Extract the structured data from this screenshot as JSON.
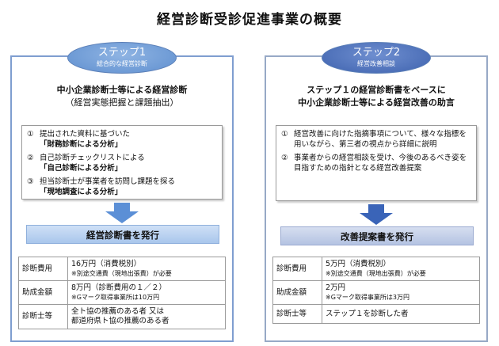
{
  "page": {
    "title": "経営診断受診促進事業の概要"
  },
  "step1": {
    "name": "ステップ1",
    "subtitle": "総合的な経営診断",
    "intro_line1": "中小企業診断士等による経営診断",
    "intro_line2": "（経営実態把握と課題抽出）",
    "items": [
      {
        "num": "①",
        "text": "提出された資料に基づいた",
        "bold": "「財務診断による分析」"
      },
      {
        "num": "②",
        "text": "自己診断チェックリストによる",
        "bold": "「自己診断による分析」"
      },
      {
        "num": "③",
        "text": "担当診断士が事業者を訪問し課題を探る",
        "bold": "「現地調査による分析」"
      }
    ],
    "result": "経営診断書を発行",
    "table": [
      {
        "label": "診断費用",
        "value": "16万円（消費税別）",
        "note": "※別途交通費（現地出張費）が必要"
      },
      {
        "label": "助成金額",
        "value": "8万円（診断費用の１／２）",
        "note": "※Gマーク取得事業所は10万円"
      },
      {
        "label": "診断士等",
        "value": "全ト協の推薦のある者 又は",
        "note": "都道府県ト協の推薦のある者"
      }
    ]
  },
  "step2": {
    "name": "ステップ2",
    "subtitle": "経営改善相談",
    "intro_line1": "ステップ１の経営診断書をベースに",
    "intro_line2": "中小企業診断士等による経営改善の助言",
    "items": [
      {
        "num": "①",
        "text": "経営改善に向けた指摘事項について、様々な指標を用いながら、第三者の視点から詳細に説明"
      },
      {
        "num": "②",
        "text": "事業者からの経営相談を受け、今後のあるべき姿を目指すための指針となる経営改善提案"
      }
    ],
    "result": "改善提案書を発行",
    "table": [
      {
        "label": "診断費用",
        "value": "5万円（消費税別）",
        "note": "※別途交通費（現地出張費）が必要"
      },
      {
        "label": "助成金額",
        "value": "2万円",
        "note": "※Gマーク取得事業所は3万円"
      },
      {
        "label": "診断士等",
        "value": "ステップ１を診断した者",
        "note": ""
      }
    ]
  },
  "colors": {
    "arrow_step1": "#5b8fd6",
    "arrow_step2": "#3a64b8"
  }
}
